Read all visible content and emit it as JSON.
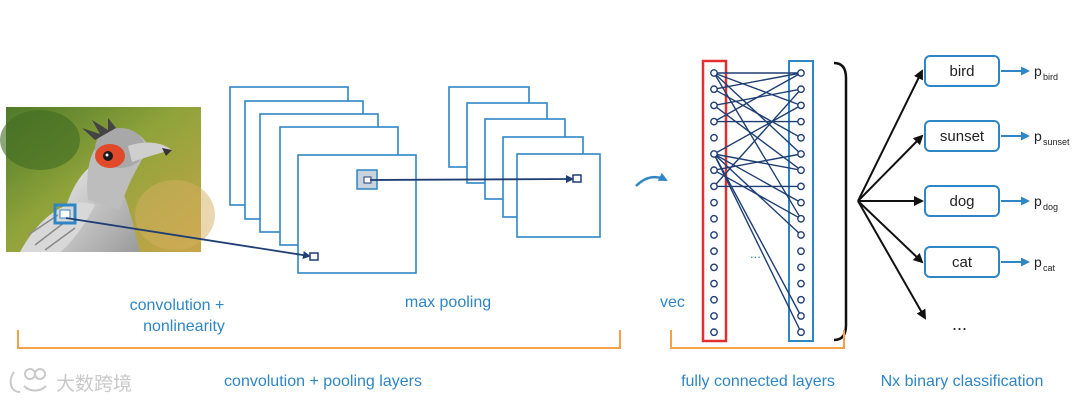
{
  "labels": {
    "conv_line1": "convolution +",
    "conv_line2": "nonlinearity",
    "max_pooling": "max pooling",
    "vec": "vec",
    "conv_pool_layers": "convolution + pooling layers",
    "fully_connected": "fully connected layers",
    "binary_classification": "Nx binary classification",
    "hidden_ellipsis": "...",
    "class_ellipsis": "..."
  },
  "classes": [
    {
      "label": "bird",
      "p": "p",
      "sub": "bird"
    },
    {
      "label": "sunset",
      "p": "p",
      "sub": "sunset"
    },
    {
      "label": "dog",
      "p": "p",
      "sub": "dog"
    },
    {
      "label": "cat",
      "p": "p",
      "sub": "cat"
    }
  ],
  "watermark": {
    "logo_text": "大数跨境"
  },
  "colors": {
    "accent_blue": "#2f86c5",
    "connection_navy": "#1f3f73",
    "vector_red": "#e03030",
    "bracket_orange": "#f2a24a"
  }
}
